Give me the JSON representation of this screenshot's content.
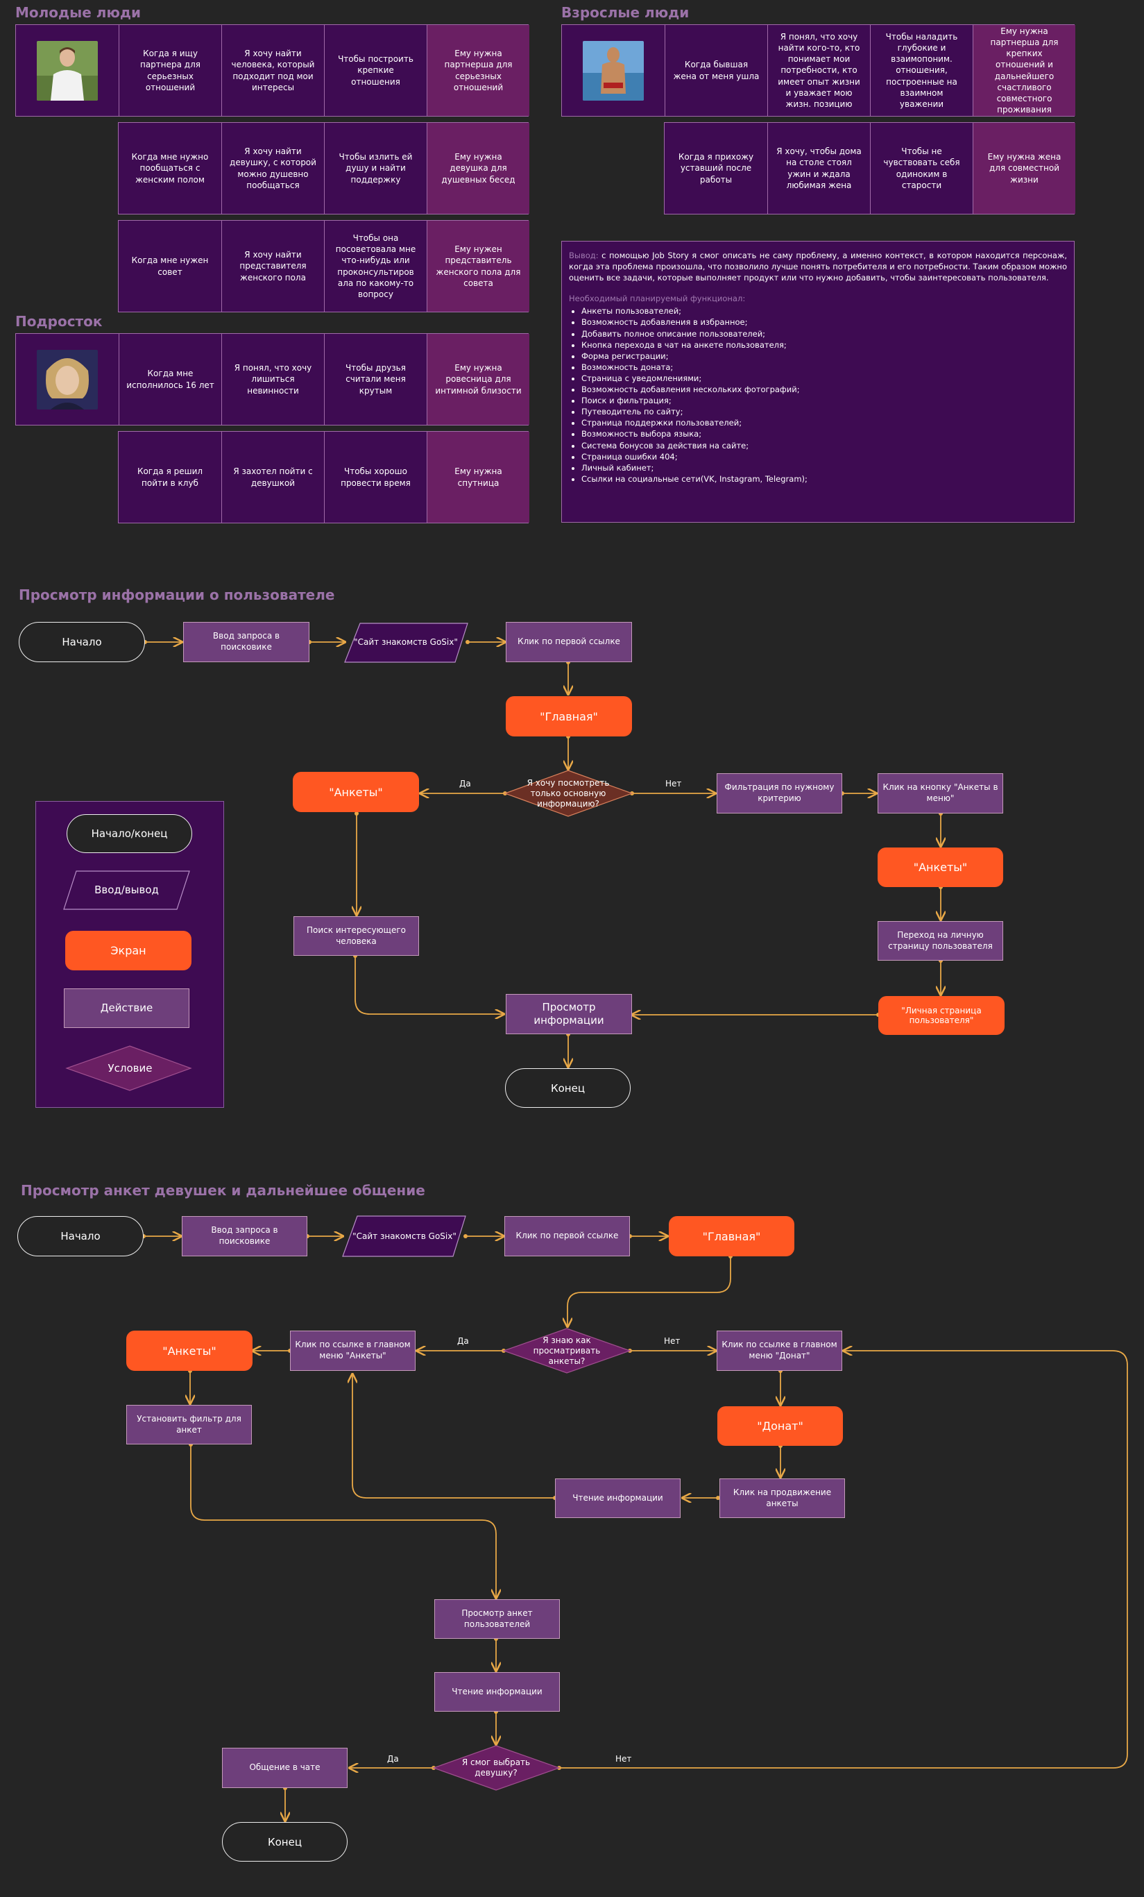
{
  "jobs": {
    "young": {
      "title": "Молодые люди",
      "rows": [
        [
          "Когда я ищу партнера для серьезных отношений",
          "Я хочу найти человека, который подходит под мои интересы",
          "Чтобы построить крепкие отношения",
          "Ему нужна партнерша для серьезных отношений"
        ],
        [
          "Когда мне нужно пообщаться с женским полом",
          "Я хочу найти девушку, с которой можно душевно пообщаться",
          "Чтобы излить ей душу и найти поддержку",
          "Ему нужна девушка для душевных бесед"
        ],
        [
          "Когда мне нужен совет",
          "Я хочу найти представителя женского пола",
          "Чтобы она посоветовала мне что-нибудь или проконсультиров ала по какому-то вопросу",
          "Ему нужен представитель женского пола для совета"
        ]
      ]
    },
    "teen": {
      "title": "Подросток",
      "rows": [
        [
          "Когда мне исполнилось 16 лет",
          "Я понял, что хочу лишиться невинности",
          "Чтобы друзья считали меня крутым",
          "Ему нужна ровесница для интимной близости"
        ],
        [
          "Когда я решил пойти в клуб",
          "Я захотел пойти с девушкой",
          "Чтобы хорошо провести время",
          "Ему нужна спутница"
        ]
      ]
    },
    "adult": {
      "title": "Взрослые люди",
      "rows": [
        [
          "Когда бывшая жена от меня ушла",
          "Я понял, что хочу найти кого-то, кто понимает мои потребности, кто имеет опыт жизни и уважает мою жизн. позицию",
          "Чтобы наладить глубокие и взаимопоним. отношения, построенные на взаимном уважении",
          "Ему нужна партнерша для крепких отношений и дальнейшего счастливого совместного проживания"
        ],
        [
          "Когда я прихожу уставший после работы",
          "Я хочу, чтобы дома на столе стоял ужин и ждала любимая жена",
          "Чтобы не чувствовать себя одиноким в старости",
          "Ему нужна жена для совместной жизни"
        ]
      ]
    },
    "conclusion": {
      "label": "Вывод:",
      "text": "с помощью Job Story я смог описать не саму проблему, а именно контекст, в котором находится персонаж, когда эта проблема произошла, что позволило лучше понять потребителя и его потребности. Таким образом можно оценить все задачи, которые выполняет продукт или что нужно добавить, чтобы заинтересовать пользователя.",
      "func_title": "Необходимый планируемый функционал:",
      "items": [
        "Анкеты пользователей;",
        "Возможность добавления в избранное;",
        "Добавить полное описание пользователей;",
        "Кнопка перехода в чат на анкете пользователя;",
        "Форма регистрации;",
        "Возможность доната;",
        "Страница с уведомлениями;",
        "Возможность добавления нескольких фотографий;",
        "Поиск и фильтрация;",
        "Путеводитель по сайту;",
        "Страница поддержки пользователей;",
        "Возможность выбора языка;",
        "Система бонусов за действия на сайте;",
        "Страница ошибки 404;",
        "Личный кабинет;",
        "Ссылки на социальные сети(VK, Instagram, Telegram);"
      ]
    }
  },
  "flow1": {
    "title": "Просмотр информации о пользователе",
    "start": "Начало",
    "search": "Ввод запроса в поисковике",
    "site": "\"Сайт знакомств GoSix\"",
    "click_first": "Клик по первой ссылке",
    "main": "\"Главная\"",
    "decision": "Я хочу посмотреть только основную информацию?",
    "yes": "Да",
    "no": "Нет",
    "anketi": "\"Анкеты\"",
    "filter": "Фильтрация по нужному критерию",
    "click_menu": "Клик на кнопку \"Анкеты в меню\"",
    "anketi2": "\"Анкеты\"",
    "find": "Поиск интересующего человека",
    "go_personal": "Переход на личную страницу пользователя",
    "personal": "\"Личная страница пользователя\"",
    "view": "Просмотр информации",
    "end": "Конец"
  },
  "legend": {
    "terminal": "Начало/конец",
    "io": "Ввод/вывод",
    "screen": "Экран",
    "action": "Действие",
    "condition": "Условие"
  },
  "flow2": {
    "title": "Просмотр анкет девушек и дальнейшее общение",
    "start": "Начало",
    "search": "Ввод запроса в поисковике",
    "site": "\"Сайт знакомств GoSix\"",
    "click_first": "Клик по первой ссылке",
    "main": "\"Главная\"",
    "decision": "Я знаю как просматривать анкеты?",
    "yes": "Да",
    "no": "Нет",
    "menu_anketi": "Клик по ссылке в главном меню \"Анкеты\"",
    "anketi": "\"Анкеты\"",
    "set_filter": "Установить фильтр для анкет",
    "menu_donat": "Клик по ссылке в главном меню \"Донат\"",
    "donat": "\"Донат\"",
    "promote": "Клик на продвижение анкеты",
    "read1": "Чтение информации",
    "view_profiles": "Просмотр анкет пользователей",
    "read2": "Чтение информации",
    "decision2": "Я смог выбрать девушку?",
    "yes2": "Да",
    "no2": "Нет",
    "chat": "Общение в чате",
    "end": "Конец"
  },
  "colors": {
    "background": "#252525",
    "purple_dark": "#3e0b52",
    "purple_action": "#6e3f7b",
    "screen": "#ff5722",
    "connector": "#e8a847",
    "title": "#9b72a8"
  }
}
